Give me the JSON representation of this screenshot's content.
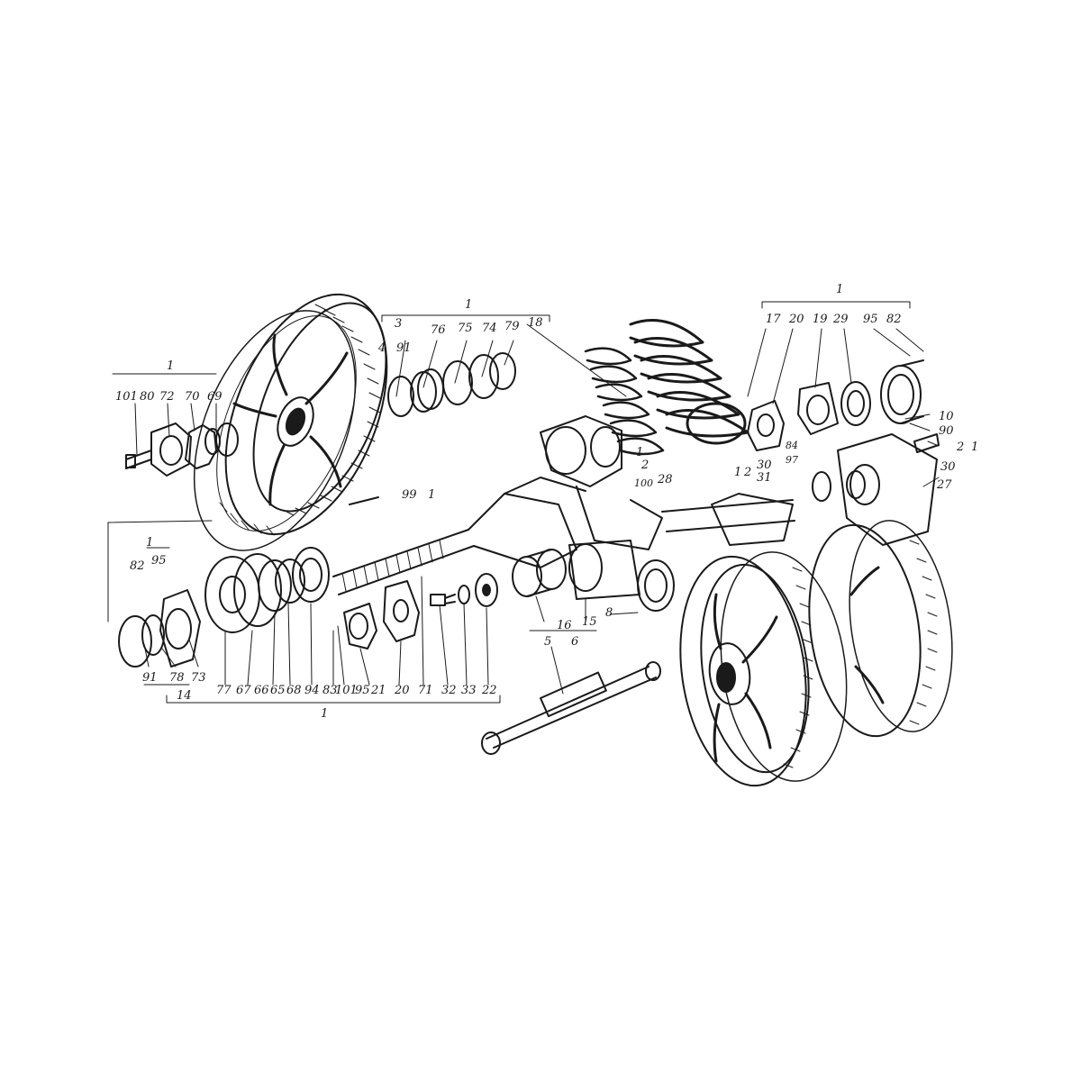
{
  "callouts": {
    "c1_top_mid": "1",
    "c3": "3",
    "c4": "4",
    "c91_top": "91",
    "c76": "76",
    "c75": "75",
    "c74": "74",
    "c79": "79",
    "c18": "18",
    "c1_left": "1",
    "c101_top": "101",
    "c80": "80",
    "c72": "72",
    "c70": "70",
    "c69": "69",
    "c99": "99",
    "c99_group": "1",
    "c1_right_top": "1",
    "c17": "17",
    "c20_top": "20",
    "c19": "19",
    "c29": "29",
    "c95_top": "95",
    "c82_top": "82",
    "c10": "10",
    "c90": "90",
    "c2_right": "2",
    "c1_right": "1",
    "c84": "84",
    "c97": "97",
    "c30_right": "30",
    "c1_mid": "1",
    "c2_mid": "2",
    "c30_mid": "30",
    "c31": "31",
    "c27": "27",
    "c1_small": "1",
    "c2_small": "2",
    "c100": "100",
    "c28": "28",
    "c1_left_group": "1",
    "c82_left": "82",
    "c95_left": "95",
    "c91_bottom": "91",
    "c78": "78",
    "c73": "73",
    "c14": "14",
    "c77": "77",
    "c67": "67",
    "c66": "66",
    "c65": "65",
    "c68": "68",
    "c94": "94",
    "c83": "83",
    "c101_bottom": "101",
    "c95_bottom": "95",
    "c21": "21",
    "c20_bottom": "20",
    "c71": "71",
    "c32": "32",
    "c33": "33",
    "c22": "22",
    "c1_bottom": "1",
    "c16": "16",
    "c15": "15",
    "c6": "6",
    "c8": "8",
    "c5": "5"
  }
}
